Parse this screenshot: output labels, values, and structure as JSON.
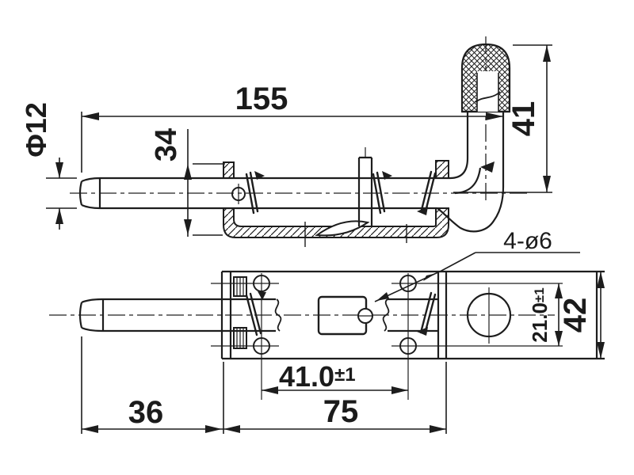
{
  "drawing": {
    "type": "technical-drawing",
    "part": "spring-loaded bolt latch",
    "line_color": "#1d1d1d",
    "background": "#ffffff",
    "dimensions": {
      "overall_length": "155",
      "handle_height": "41",
      "rod_diameter": "Φ12",
      "bracket_height": "34",
      "holes_callout": "4-ø6",
      "hole_row_spacing": {
        "value": "21.0",
        "tolerance": "±1"
      },
      "plate_width": "42",
      "hole_column_spacing": {
        "value": "41.0",
        "tolerance": "±1"
      },
      "plate_length": "75",
      "bolt_protrusion": "36"
    }
  }
}
